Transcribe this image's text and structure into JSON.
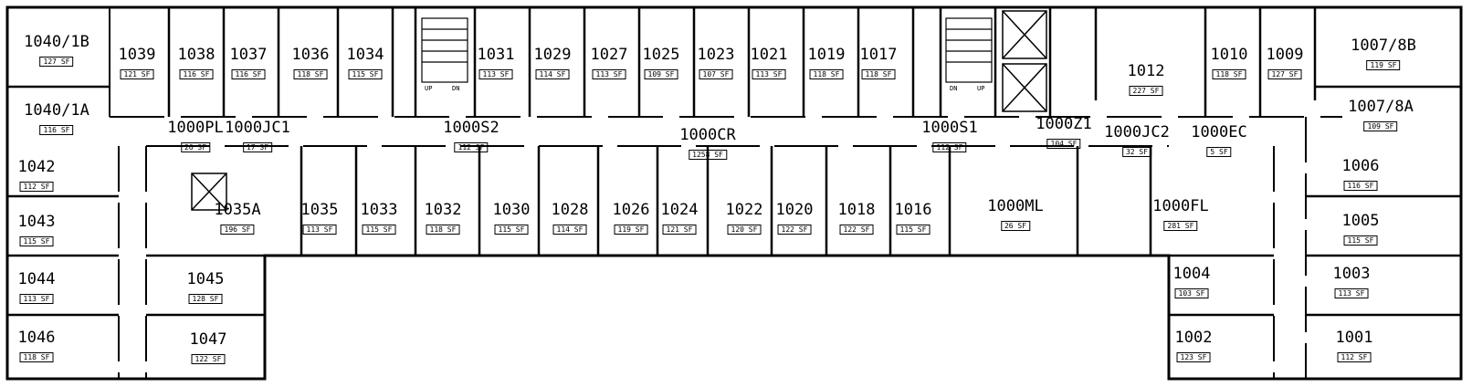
{
  "plan": {
    "rooms": [
      {
        "number": "1040/1B",
        "area": "127 SF"
      },
      {
        "number": "1039",
        "area": "121 SF"
      },
      {
        "number": "1038",
        "area": "116 SF"
      },
      {
        "number": "1037",
        "area": "116 SF"
      },
      {
        "number": "1036",
        "area": "118 SF"
      },
      {
        "number": "1034",
        "area": "115 SF"
      },
      {
        "number": "1031",
        "area": "113 SF"
      },
      {
        "number": "1029",
        "area": "114 SF"
      },
      {
        "number": "1027",
        "area": "113 SF"
      },
      {
        "number": "1025",
        "area": "109 SF"
      },
      {
        "number": "1023",
        "area": "107 SF"
      },
      {
        "number": "1021",
        "area": "113 SF"
      },
      {
        "number": "1019",
        "area": "118 SF"
      },
      {
        "number": "1017",
        "area": "118 SF"
      },
      {
        "number": "1012",
        "area": "227 SF"
      },
      {
        "number": "1010",
        "area": "118 SF"
      },
      {
        "number": "1009",
        "area": "127 SF"
      },
      {
        "number": "1007/8B",
        "area": "119 SF"
      },
      {
        "number": "1040/1A",
        "area": "116 SF"
      },
      {
        "number": "1007/8A",
        "area": "109 SF"
      },
      {
        "number": "1000PL",
        "area": "26 SF"
      },
      {
        "number": "1000JC1",
        "area": "17 SF"
      },
      {
        "number": "1000S2",
        "area": "112 SF"
      },
      {
        "number": "1000CR",
        "area": "1258 SF"
      },
      {
        "number": "1000S1",
        "area": "112 SF"
      },
      {
        "number": "1000Z1",
        "area": "104 SF"
      },
      {
        "number": "1000JC2",
        "area": "32 SF"
      },
      {
        "number": "1000EC",
        "area": "5 SF"
      },
      {
        "number": "1042",
        "area": "112 SF"
      },
      {
        "number": "1043",
        "area": "115 SF"
      },
      {
        "number": "1035A",
        "area": "196 SF"
      },
      {
        "number": "1035",
        "area": "113 SF"
      },
      {
        "number": "1033",
        "area": "115 SF"
      },
      {
        "number": "1032",
        "area": "118 SF"
      },
      {
        "number": "1030",
        "area": "115 SF"
      },
      {
        "number": "1028",
        "area": "114 SF"
      },
      {
        "number": "1026",
        "area": "119 SF"
      },
      {
        "number": "1024",
        "area": "121 SF"
      },
      {
        "number": "1022",
        "area": "120 SF"
      },
      {
        "number": "1020",
        "area": "122 SF"
      },
      {
        "number": "1018",
        "area": "122 SF"
      },
      {
        "number": "1016",
        "area": "115 SF"
      },
      {
        "number": "1000ML",
        "area": "26 SF"
      },
      {
        "number": "1000FL",
        "area": "281 SF"
      },
      {
        "number": "1006",
        "area": "116 SF"
      },
      {
        "number": "1005",
        "area": "115 SF"
      },
      {
        "number": "1044",
        "area": "113 SF"
      },
      {
        "number": "1046",
        "area": "118 SF"
      },
      {
        "number": "1045",
        "area": "128 SF"
      },
      {
        "number": "1047",
        "area": "122 SF"
      },
      {
        "number": "1004",
        "area": "103 SF"
      },
      {
        "number": "1002",
        "area": "123 SF"
      },
      {
        "number": "1003",
        "area": "113 SF"
      },
      {
        "number": "1001",
        "area": "112 SF"
      }
    ],
    "stair_labels": [
      "UP",
      "DN",
      "DN",
      "UP"
    ]
  }
}
